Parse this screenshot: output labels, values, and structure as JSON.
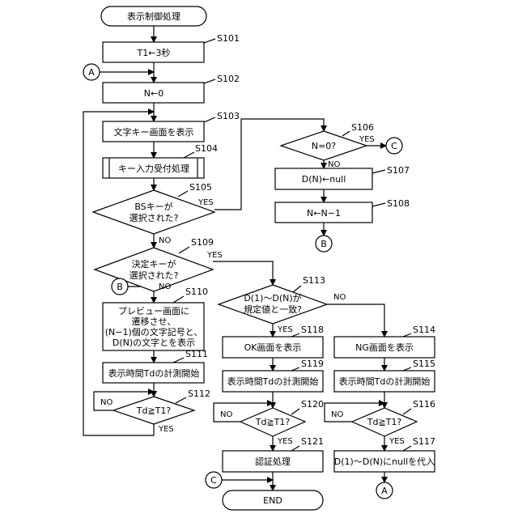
{
  "title": "表示制御処理",
  "connectors": {
    "a": "A",
    "b": "B",
    "c": "C"
  },
  "yes": "YES",
  "no": "NO",
  "steps": {
    "s101": {
      "id": "S101",
      "text": "T1←3秒"
    },
    "s102": {
      "id": "S102",
      "text": "N←0"
    },
    "s103": {
      "id": "S103",
      "text": "文字キー画面を表示"
    },
    "s104": {
      "id": "S104",
      "text": "キー入力受付処理"
    },
    "s105": {
      "id": "S105",
      "lines": [
        "BSキーが",
        "選択された?"
      ]
    },
    "s106": {
      "id": "S106",
      "text": "N=0?"
    },
    "s107": {
      "id": "S107",
      "text": "D(N)←null"
    },
    "s108": {
      "id": "S108",
      "text": "N←N−1"
    },
    "s109": {
      "id": "S109",
      "lines": [
        "決定キーが",
        "選択された?"
      ]
    },
    "s110": {
      "id": "S110",
      "lines": [
        "プレビュー画面に",
        "遷移させ、",
        "(N−1)個の文字記号と、",
        "D(N)の文字とを表示"
      ]
    },
    "s111": {
      "id": "S111",
      "text": "表示時間Tdの計測開始"
    },
    "s112": {
      "id": "S112",
      "text": "Td≧T1?"
    },
    "s113": {
      "id": "S113",
      "lines": [
        "D(1)〜D(N)が",
        "規定値と一致?"
      ]
    },
    "s114": {
      "id": "S114",
      "text": "NG画面を表示"
    },
    "s115": {
      "id": "S115",
      "text": "表示時間Tdの計測開始"
    },
    "s116": {
      "id": "S116",
      "text": "Td≧T1?"
    },
    "s117": {
      "id": "S117",
      "text": "D(1)〜D(N)にnullを代入"
    },
    "s118": {
      "id": "S118",
      "text": "OK画面を表示"
    },
    "s119": {
      "id": "S119",
      "text": "表示時間Tdの計測開始"
    },
    "s120": {
      "id": "S120",
      "text": "Td≧T1?"
    },
    "s121": {
      "id": "S121",
      "text": "認証処理"
    }
  },
  "end": "END"
}
